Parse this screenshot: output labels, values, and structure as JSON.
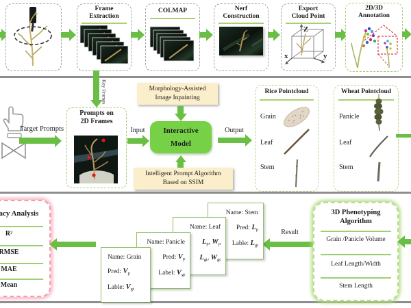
{
  "top_row": {
    "boxes": [
      {
        "title1": "",
        "title2": ""
      },
      {
        "title1": "Frame",
        "title2": "Extraction"
      },
      {
        "title1": "COLMAP",
        "title2": ""
      },
      {
        "title1": "Nerf",
        "title2": "Construction"
      },
      {
        "title1": "Export",
        "title2": "Cloud Point"
      },
      {
        "title1": "2D/3D",
        "title2": "Annotation"
      }
    ],
    "cube": {
      "z": "Z",
      "x": "x",
      "y": "y"
    }
  },
  "middle_row": {
    "key_frames": "Key Frames",
    "target_prompts": "Target Prompts",
    "prompts_title1": "Prompts on",
    "prompts_title2": "2D Frames",
    "input": "Input",
    "output": "Output",
    "inpainting1": "Morphology-Assisted",
    "inpainting2": "Image Inpainting",
    "model1": "Interactive",
    "model2": "Model",
    "algorithm1": "Intelligent Prompt Algorithm",
    "algorithm2": "Based on SSIM",
    "rice": {
      "title": "Rice Pointcloud",
      "items": [
        "Grain",
        "Leaf",
        "Stem"
      ]
    },
    "wheat": {
      "title": "Wheat Pointcloud",
      "items": [
        "Panicle",
        "Leaf",
        "Stem"
      ]
    }
  },
  "bottom_row": {
    "analysis": {
      "title": "Accuracy Analysis",
      "items": [
        "R²",
        "RMSE",
        "MAE",
        "Mean"
      ]
    },
    "result": "Result",
    "cards": [
      {
        "name": "Name: Grain",
        "pred_prefix": "Pred: ",
        "pred_v1": "V",
        "pred_s1": "p",
        "pred_mid": "",
        "pred_v2": "",
        "pred_s2": "",
        "label_prefix": "Lable: ",
        "label_v1": "V",
        "label_s1": "gt",
        "label_mid": "",
        "label_v2": "",
        "label_s2": ""
      },
      {
        "name": "Name: Panicle",
        "pred_prefix": "Pred: ",
        "pred_v1": "V",
        "pred_s1": "p",
        "pred_mid": "",
        "pred_v2": "",
        "pred_s2": "",
        "label_prefix": "Label: ",
        "label_v1": "V",
        "label_s1": "gt",
        "label_mid": "",
        "label_v2": "",
        "label_s2": ""
      },
      {
        "name": "Name: Leaf",
        "pred_prefix": "",
        "pred_v1": "L",
        "pred_s1": "p",
        "pred_mid": ", ",
        "pred_v2": "W",
        "pred_s2": "p",
        "label_prefix": "",
        "label_v1": "L",
        "label_s1": "gt",
        "label_mid": ", ",
        "label_v2": "W",
        "label_s2": "gt"
      },
      {
        "name": "Name: Stem",
        "pred_prefix": "Pred: ",
        "pred_v1": "L",
        "pred_s1": "p",
        "pred_mid": "",
        "pred_v2": "",
        "pred_s2": "",
        "label_prefix": "Lable: ",
        "label_v1": "L",
        "label_s1": "gt",
        "label_mid": "",
        "label_v2": "",
        "label_s2": ""
      }
    ],
    "phenotyping": {
      "title1": "3D Phenotyping",
      "title2": "Algorithm",
      "items": [
        "Grain /Panicle Volume",
        "Leaf Length/Width",
        "Stem Length"
      ]
    }
  },
  "colors": {
    "arrow_green": "#6abe45",
    "model_green": "#77d147",
    "cream": "#fbeecb",
    "green_dash": "#a6ce6e",
    "pink_dash": "#ef9fae",
    "separator_green": "#9ccf72"
  }
}
